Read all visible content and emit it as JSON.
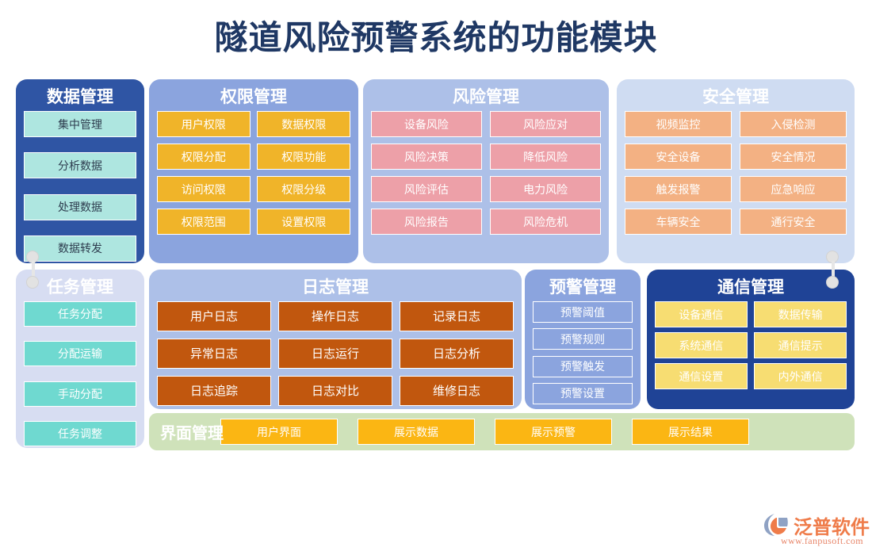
{
  "page_title": "隧道风险预警系统的功能模块",
  "colors": {
    "title": "#1f3864",
    "data_management_panel": "#2f55a4",
    "data_management_item": "#aee6e0",
    "permission_panel": "#8ba4de",
    "permission_item": "#f0b429",
    "risk_panel": "#adc0e8",
    "risk_item": "#eda0a8",
    "safety_panel": "#cfdcf2",
    "safety_item": "#f3b183",
    "task_panel": "#d7ddf2",
    "task_item": "#6fd9d0",
    "log_panel": "#adc0e8",
    "log_item": "#c1570e",
    "warning_panel": "#8ba4de",
    "communication_panel": "#1f4396",
    "communication_item": "#f7dd72",
    "interface_bar": "#cfe2ba",
    "interface_item": "#fbb613",
    "brand_orange": "#ef7c4a",
    "connector_gray": "#e2e2e2"
  },
  "panels": {
    "data_management": {
      "title": "数据管理",
      "items": [
        "集中管理",
        "分析数据",
        "处理数据",
        "数据转发"
      ]
    },
    "permission_management": {
      "title": "权限管理",
      "items": [
        "用户权限",
        "数据权限",
        "权限分配",
        "权限功能",
        "访问权限",
        "权限分级",
        "权限范围",
        "设置权限"
      ]
    },
    "risk_management": {
      "title": "风险管理",
      "items": [
        "设备风险",
        "风险应对",
        "风险决策",
        "降低风险",
        "风险评估",
        "电力风险",
        "风险报告",
        "风险危机"
      ]
    },
    "safety_management": {
      "title": "安全管理",
      "items": [
        "视频监控",
        "入侵检测",
        "安全设备",
        "安全情况",
        "触发报警",
        "应急响应",
        "车辆安全",
        "通行安全"
      ]
    },
    "task_management": {
      "title": "任务管理",
      "items": [
        "任务分配",
        "分配运输",
        "手动分配",
        "任务调整"
      ]
    },
    "log_management": {
      "title": "日志管理",
      "items": [
        "用户日志",
        "操作日志",
        "记录日志",
        "异常日志",
        "日志运行",
        "日志分析",
        "日志追踪",
        "日志对比",
        "维修日志"
      ]
    },
    "warning_management": {
      "title": "预警管理",
      "items": [
        "预警阈值",
        "预警规则",
        "预警触发",
        "预警设置"
      ]
    },
    "communication_management": {
      "title": "通信管理",
      "items": [
        "设备通信",
        "数据传输",
        "系统通信",
        "通信提示",
        "通信设置",
        "内外通信"
      ]
    },
    "interface_management": {
      "label": "界面管理",
      "items": [
        "用户界面",
        "展示数据",
        "展示预警",
        "展示结果"
      ]
    }
  },
  "brand": {
    "name": "泛普软件",
    "url": "www.fanpusoft.com"
  }
}
